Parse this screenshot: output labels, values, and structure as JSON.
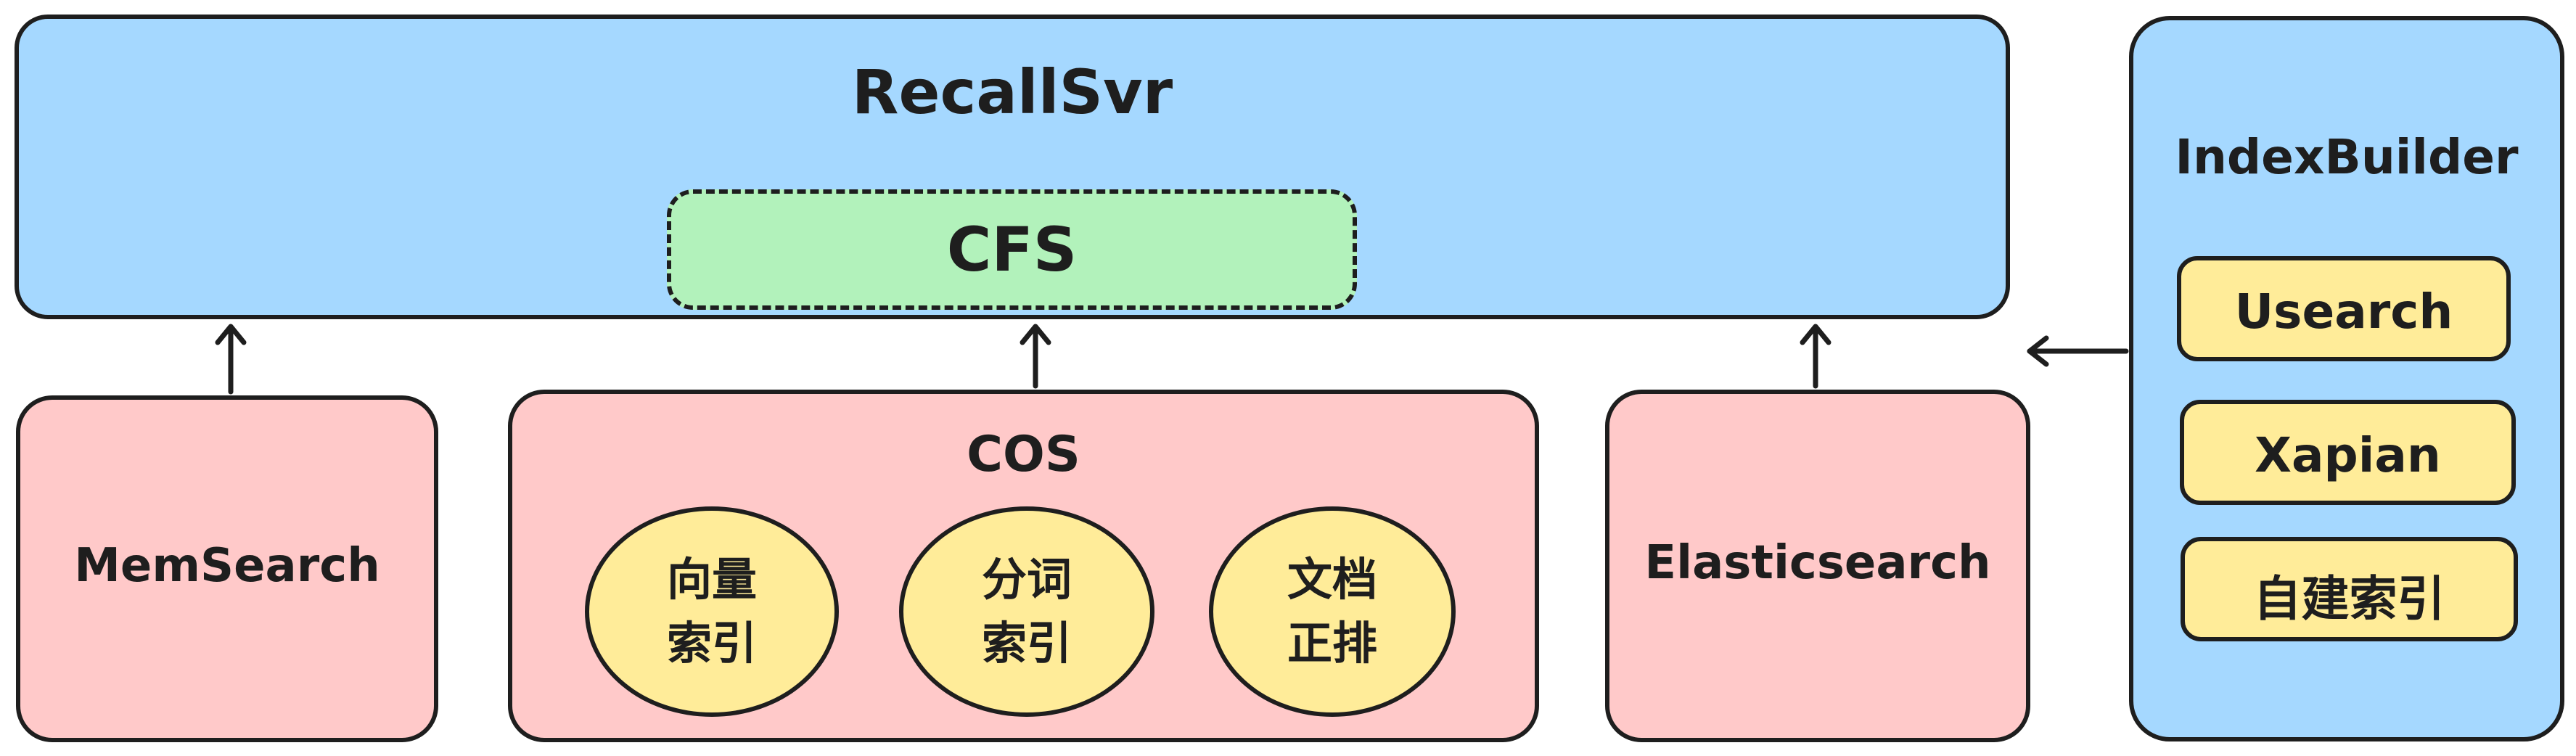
{
  "diagram": {
    "recall_svr": {
      "title": "RecallSvr"
    },
    "cfs": {
      "label": "CFS"
    },
    "memsearch": {
      "label": "MemSearch"
    },
    "cos": {
      "label": "COS",
      "items": [
        {
          "line1": "向量",
          "line2": "索引"
        },
        {
          "line1": "分词",
          "line2": "索引"
        },
        {
          "line1": "文档",
          "line2": "正排"
        }
      ]
    },
    "elasticsearch": {
      "label": "Elasticsearch"
    },
    "index_builder": {
      "title": "IndexBuilder",
      "items": [
        "Usearch",
        "Xapian",
        "自建索引"
      ]
    },
    "colors": {
      "blue": "#a5d8ff",
      "green": "#b2f2bb",
      "pink": "#ffc9c9",
      "yellow": "#ffec99",
      "stroke": "#1e1e1e"
    }
  }
}
